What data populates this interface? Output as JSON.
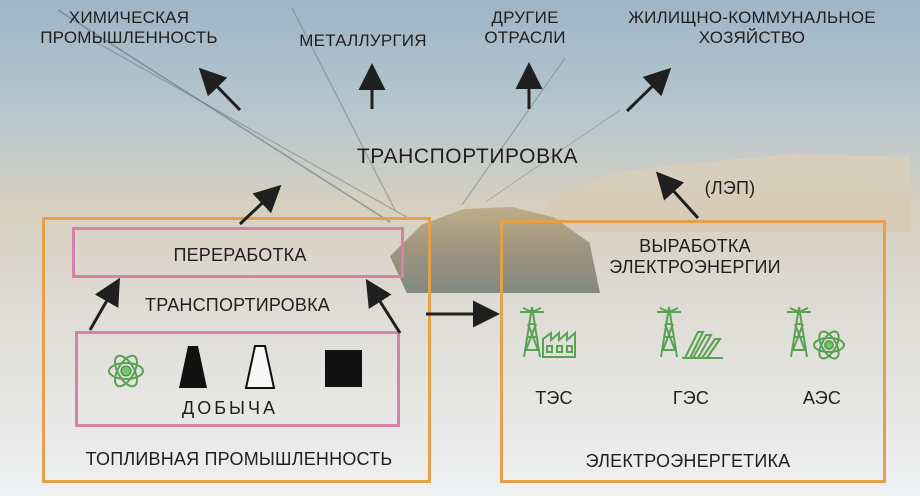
{
  "top_labels": {
    "chemical": "ХИМИЧЕСКАЯ\nПРОМЫШЛЕННОСТЬ",
    "metallurgy": "МЕТАЛЛУРГИЯ",
    "other": "ДРУГИЕ\nОТРАСЛИ",
    "housing": "ЖИЛИЩНО-КОММУНАЛЬНОЕ\nХОЗЯЙСТВО"
  },
  "middle": {
    "transport": "ТРАНСПОРТИРОВКА",
    "lep": "(ЛЭП)"
  },
  "fuel": {
    "processing": "ПЕРЕРАБОТКА",
    "transport": "ТРАНСПОРТИРОВКА",
    "extraction": "ДОБЫЧА",
    "title": "ТОПЛИВНАЯ ПРОМЫШЛЕННОСТЬ"
  },
  "electric": {
    "generation": "ВЫРАБОТКА\nЭЛЕКТРОЭНЕРГИИ",
    "tes": "ТЭС",
    "ges": "ГЭС",
    "aes": "АЭС",
    "title": "ЭЛЕКТРОЭНЕРГЕТИКА"
  },
  "colors": {
    "orange": "#e4a14a",
    "pink": "#d980a9",
    "green": "#5aa154",
    "dark": "#1f1f1f"
  },
  "icons": {
    "atom": "atom-icon",
    "coal": "coal-cone-icon",
    "oil": "oil-cone-icon",
    "gas": "black-square-icon",
    "tes": "thermal-power-plant-icon",
    "ges": "hydro-power-plant-icon",
    "aes": "nuclear-power-plant-icon"
  }
}
